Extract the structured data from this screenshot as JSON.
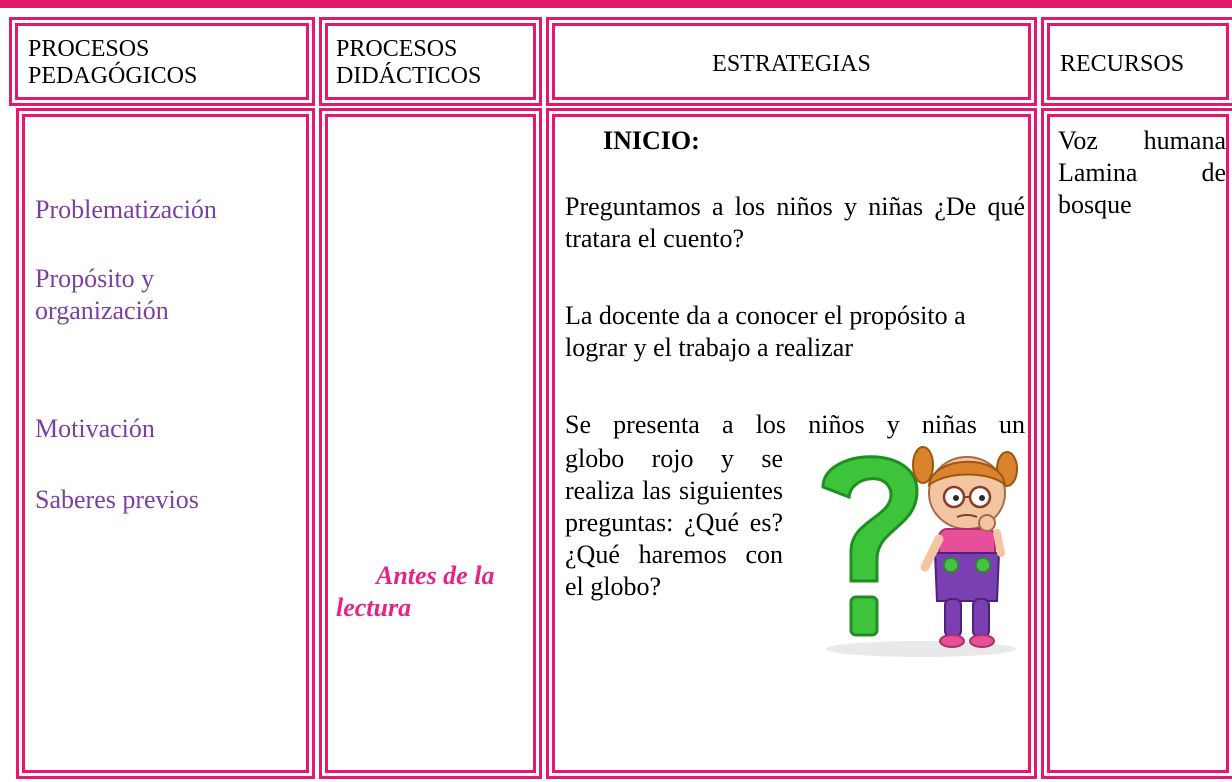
{
  "colors": {
    "border": "#e5186e",
    "purple_text": "#7b3fa3",
    "pink_text": "#e5248a",
    "figure_green": "#3ec43a",
    "figure_purple": "#7a3fb0"
  },
  "header": {
    "col1": "PROCESOS PEDAGÓGICOS",
    "col2": "PROCESOS DIDÁCTICOS",
    "col3": "ESTRATEGIAS",
    "col4": "RECURSOS"
  },
  "pedagogicos": {
    "items": [
      "Problematización",
      "Propósito y organización",
      "Motivación",
      "Saberes previos"
    ]
  },
  "didacticos": {
    "label": "Antes de la lectura"
  },
  "estrategias": {
    "heading": "INICIO:",
    "p1": "Preguntamos a los niños y niñas ¿De qué tratara el cuento?",
    "p2": "La docente da a conocer el propósito a lograr y el trabajo a realizar",
    "p3_line": "Se presenta a los niños y niñas un",
    "p3_rest": "globo rojo y se realiza las siguientes preguntas: ¿Qué es? ¿Qué haremos con el globo?"
  },
  "recursos": {
    "text": "Voz humana Lamina de bosque"
  },
  "figure": {
    "icon": "girl-with-question-mark-icon"
  }
}
